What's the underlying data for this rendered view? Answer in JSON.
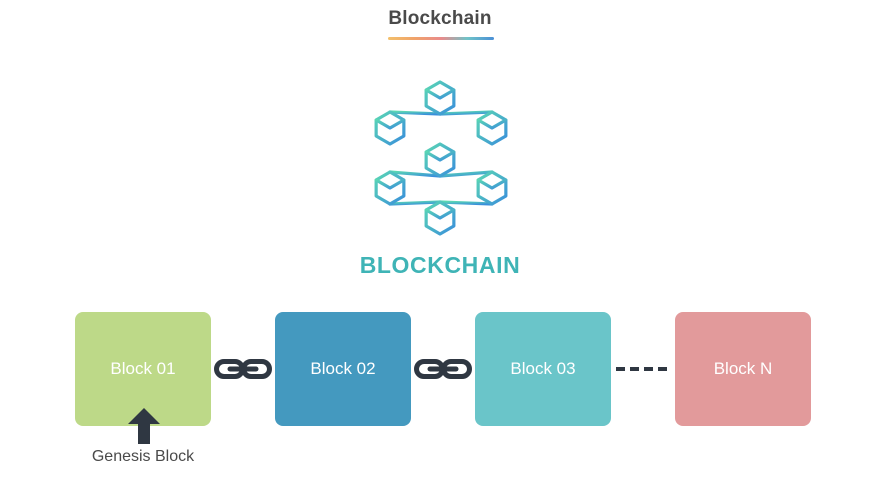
{
  "title": "Blockchain",
  "logo": {
    "text": "BLOCKCHAIN",
    "icon": "blockchain-network-icon",
    "gradient": [
      "#5ad6b4",
      "#3a8fdb"
    ]
  },
  "blocks": [
    {
      "label": "Block 01",
      "color": "#bdd988"
    },
    {
      "label": "Block 02",
      "color": "#4499bf"
    },
    {
      "label": "Block 03",
      "color": "#6ac5c9"
    },
    {
      "label": "Block N",
      "color": "#e29a9b"
    }
  ],
  "connectors": [
    "chain-link-icon",
    "chain-link-icon",
    "dashed-line"
  ],
  "genesis": {
    "label": "Genesis Block",
    "icon": "arrow-up-icon"
  },
  "colors": {
    "text_dark": "#4a4a4a",
    "link_dark": "#2f3742"
  }
}
